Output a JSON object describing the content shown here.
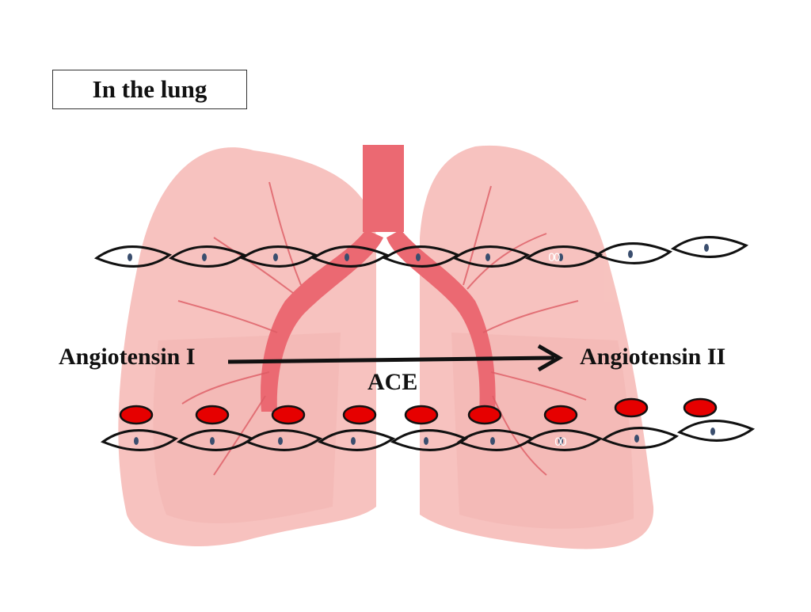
{
  "title": "In the lung",
  "labels": {
    "substrate": "Angiotensin I",
    "product": "Angiotensin II",
    "enzyme": "ACE"
  },
  "marks": {
    "top": "00",
    "bottom": "00"
  },
  "colors": {
    "lung": "#f6b8b4",
    "lung_dark": "#ef9f9a",
    "vessel": "#e8505a",
    "cell_outline": "#111111",
    "nucleus": "#3a4e6e",
    "ace_enzyme": "#e60000",
    "arrow": "#111111"
  },
  "rows": {
    "top_cells": 9,
    "bottom_cells": 9,
    "bottom_enzymes": 9
  }
}
